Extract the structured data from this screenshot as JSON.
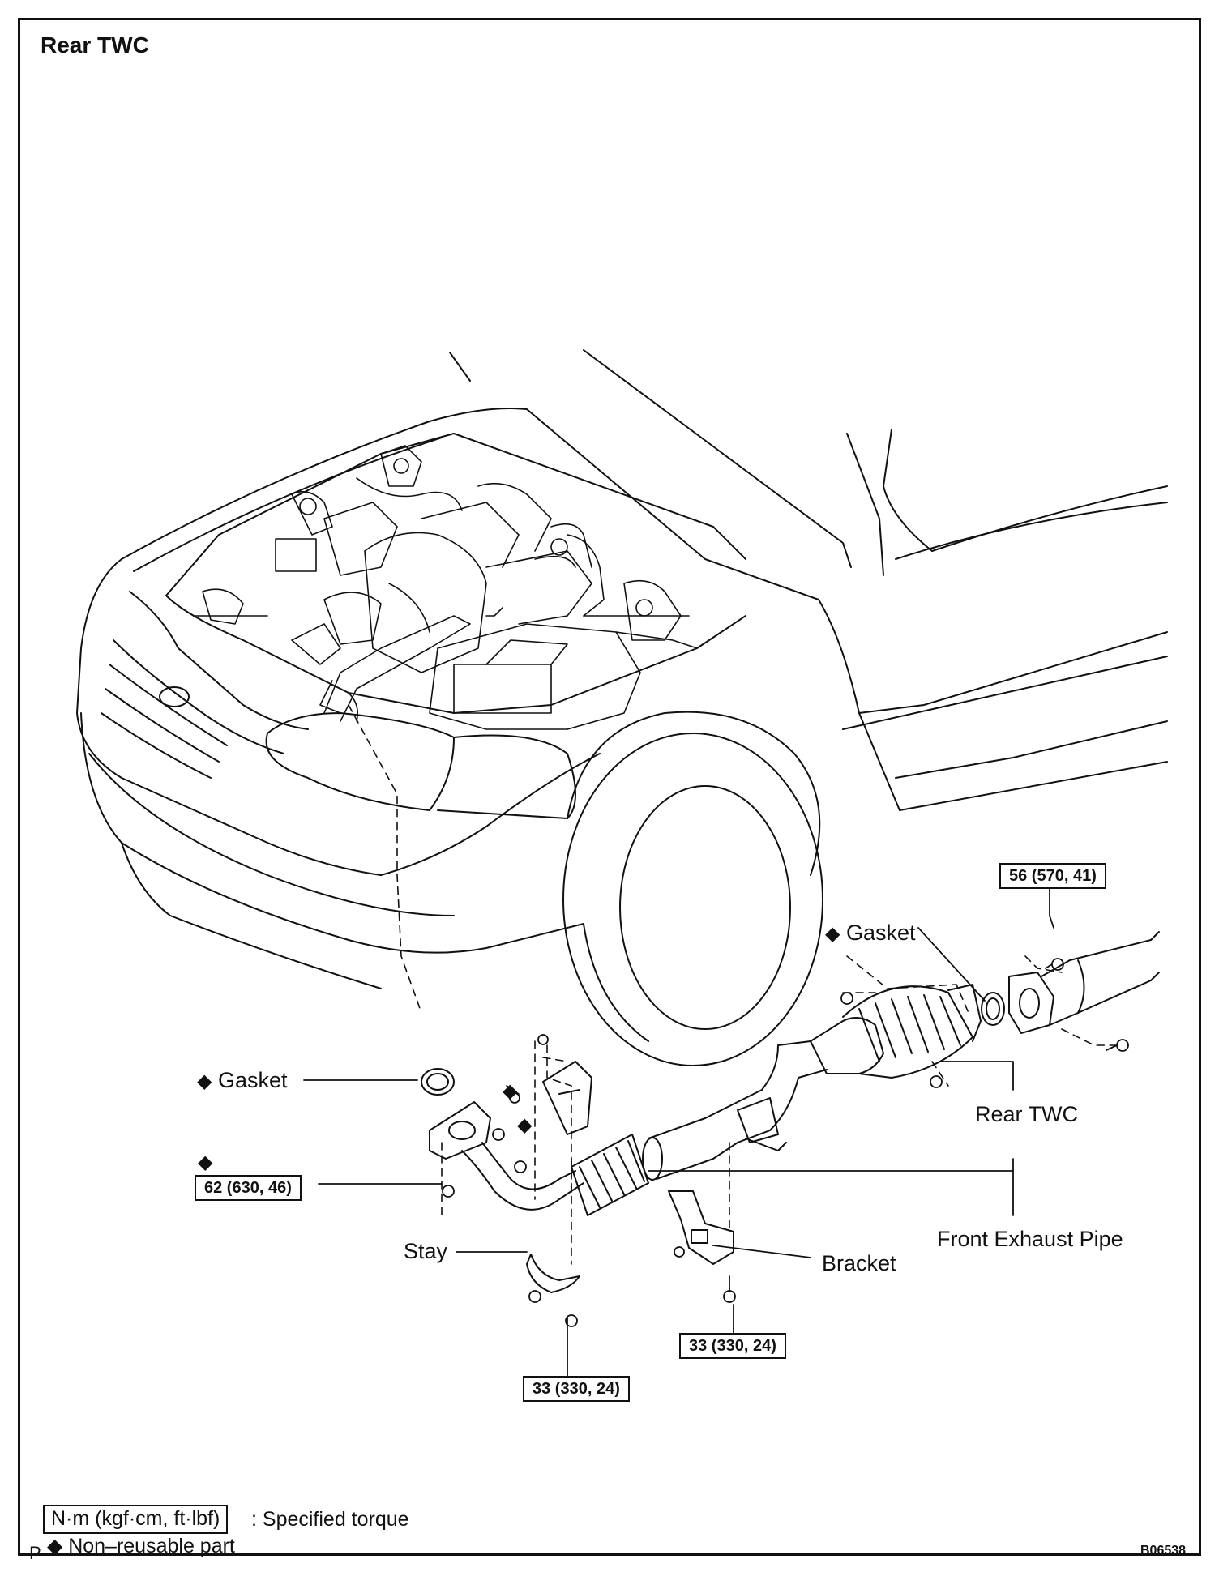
{
  "title": "Rear TWC",
  "labels": {
    "gasket_front": "Gasket",
    "gasket_rear": "Gasket",
    "rear_twc": "Rear TWC",
    "front_exhaust_pipe": "Front Exhaust Pipe",
    "stay": "Stay",
    "bracket": "Bracket"
  },
  "torques": {
    "rear_flange_bolt": "56 (570, 41)",
    "front_flange_nut": "62 (630, 46)",
    "bracket_bolt": "33 (330, 24)",
    "stay_nut": "33 (330, 24)"
  },
  "legend": {
    "torque_unit": "N·m (kgf·cm, ft·lbf)",
    "torque_desc": ": Specified torque",
    "nonreusable_symbol": "◆",
    "nonreusable_desc": "Non–reusable part"
  },
  "diamond": "◆",
  "corner_letter": "P",
  "figure_code": "B06538"
}
